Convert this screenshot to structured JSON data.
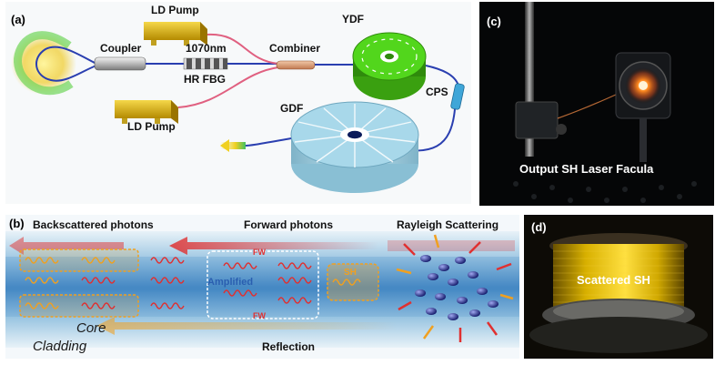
{
  "panel_a": {
    "tag": "(a)",
    "labels": {
      "ld_pump_top": "LD Pump",
      "ld_pump_bottom": "LD Pump",
      "coupler": "Coupler",
      "wavelength": "1070nm",
      "hr_fbg": "HR FBG",
      "combiner": "Combiner",
      "ydf": "YDF",
      "gdf": "GDF",
      "cps": "CPS"
    }
  },
  "panel_b": {
    "tag": "(b)",
    "labels": {
      "backscattered": "Backscattered photons",
      "forward": "Forward photons",
      "rayleigh": "Rayleigh Scattering",
      "fw_top": "FW",
      "fw_bottom": "FW",
      "amplified": "Amplified",
      "sh": "SH",
      "core": "Core",
      "cladding": "Cladding",
      "reflection": "Reflection"
    }
  },
  "panel_c": {
    "tag": "(c)",
    "caption": "Output SH Laser Facula"
  },
  "panel_d": {
    "tag": "(d)",
    "caption": "Scattered SH"
  },
  "colors": {
    "fiber": "#2a3fb0",
    "pump": "#d9b400",
    "ydf": "#52d61c",
    "gdf": "#a8d8ea",
    "photon_red": "#e03030",
    "photon_orange": "#f0a020",
    "core_blue": "#4a90c8",
    "spool_yellow": "#e8c000"
  }
}
